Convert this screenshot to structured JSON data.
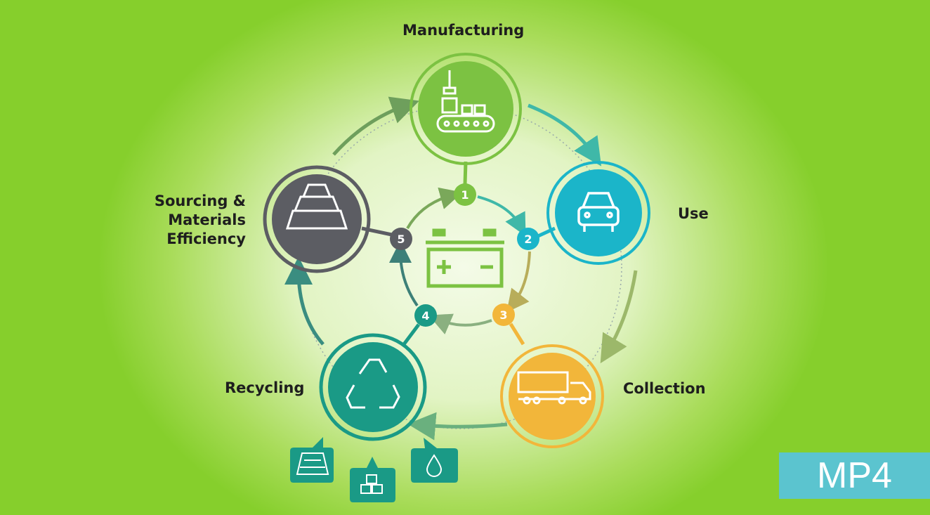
{
  "stages": {
    "manufacturing": {
      "label": "Manufacturing",
      "number": "1",
      "color": "#7cc242"
    },
    "use": {
      "label": "Use",
      "number": "2",
      "color": "#1bb5c9"
    },
    "collection": {
      "label": "Collection",
      "number": "3",
      "color": "#f2b63a"
    },
    "recycling": {
      "label": "Recycling",
      "number": "4",
      "color": "#1a9a86"
    },
    "sourcing": {
      "label_lines": [
        "Sourcing &",
        "Materials",
        "Efficiency"
      ],
      "number": "5",
      "color": "#5c5d63"
    }
  },
  "center_icon": "battery-icon",
  "recycling_outputs": [
    "metal-bars-icon",
    "cubes-icon",
    "water-drop-icon"
  ],
  "badge": {
    "label": "MP4"
  }
}
